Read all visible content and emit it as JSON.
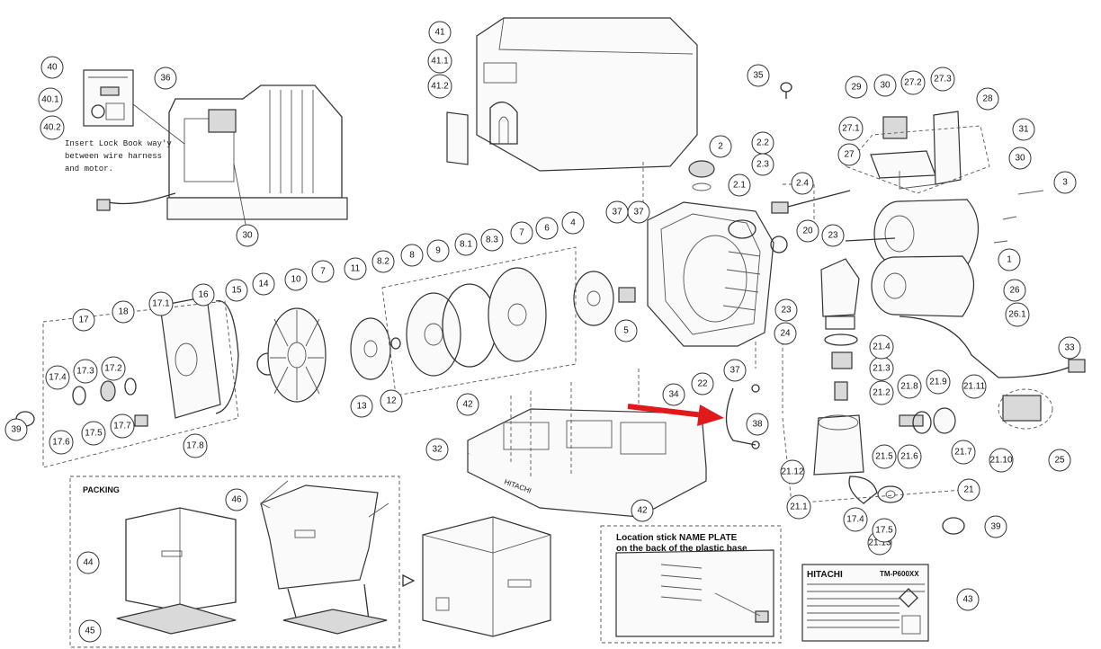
{
  "callouts": [
    "1",
    "2",
    "2.1",
    "2.2",
    "2.3",
    "2.4",
    "3",
    "4",
    "5",
    "6",
    "7",
    "8",
    "8.1",
    "8.2",
    "8.3",
    "9",
    "10",
    "11",
    "12",
    "13",
    "14",
    "15",
    "16",
    "17",
    "17.1",
    "17.2",
    "17.3",
    "17.4",
    "17.5",
    "17.6",
    "17.7",
    "17.8",
    "18",
    "20",
    "21",
    "21.1",
    "21.2",
    "21.3",
    "21.4",
    "21.5",
    "21.6",
    "21.7",
    "21.8",
    "21.9",
    "21.10",
    "21.11",
    "21.12",
    "21.13",
    "22",
    "23",
    "24",
    "25",
    "26",
    "26.1",
    "27",
    "27.1",
    "27.2",
    "27.3",
    "28",
    "29",
    "30",
    "31",
    "32",
    "33",
    "34",
    "35",
    "36",
    "37",
    "38",
    "39",
    "40",
    "40.1",
    "40.2",
    "41",
    "41.1",
    "41.2",
    "42",
    "43",
    "44",
    "45",
    "46"
  ],
  "notes": {
    "insert_line1": "Insert Lock Book way'y",
    "insert_line2": "between wire harness",
    "insert_line3": "and motor."
  },
  "packing": {
    "title": "PACKING"
  },
  "nameplate": {
    "location_line1": "Location stick NAME PLATE",
    "location_line2": "on the back of the plastic base",
    "brand": "HITACHI",
    "model": "TM-P600XX"
  },
  "base_text": "HITACHI",
  "colors": {
    "arrow": "#e0191b",
    "line": "#333333"
  },
  "icons": [
    "arrow-right-icon"
  ]
}
